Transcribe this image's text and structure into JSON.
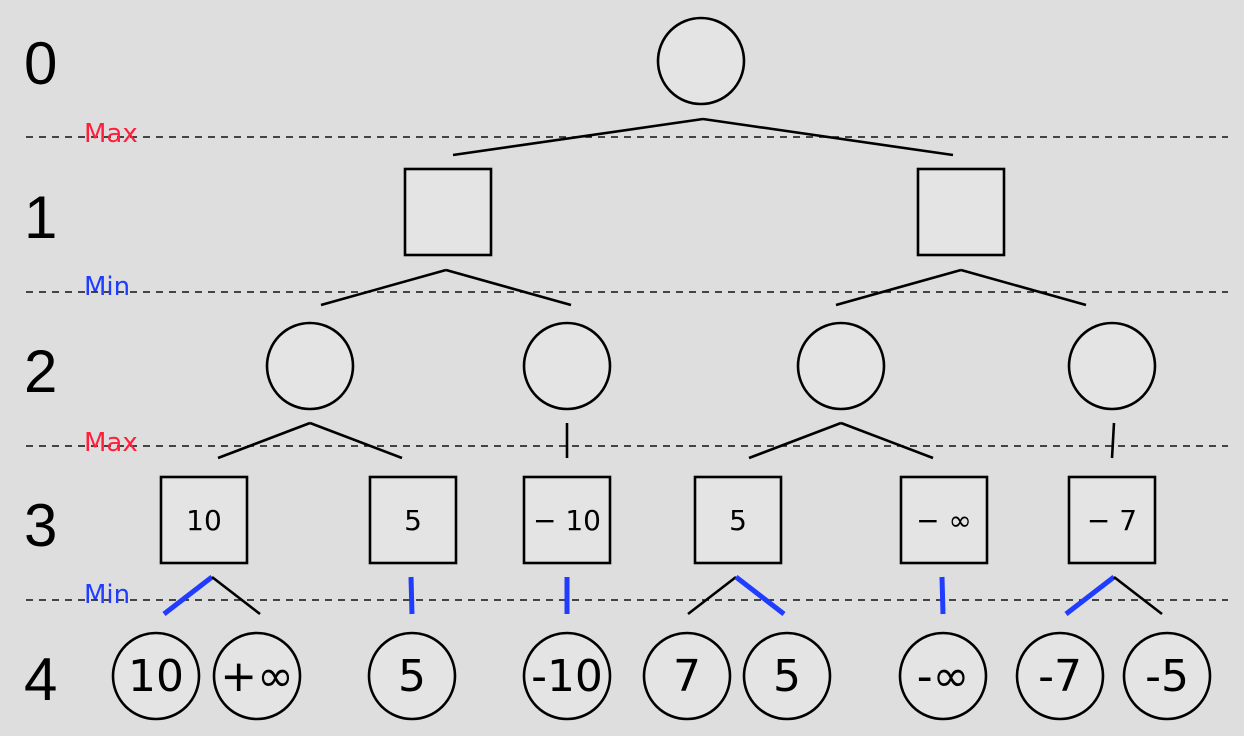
{
  "colors": {
    "background": "#dedede",
    "node_fill": "#e4e4e4",
    "stroke": "#000000",
    "max_label": "#ff1f3a",
    "min_label": "#1f3cff",
    "selected_edge": "#1f3cff"
  },
  "depth_labels": [
    "0",
    "1",
    "2",
    "3",
    "4"
  ],
  "layer_labels": [
    "Max",
    "Min",
    "Max",
    "Min"
  ],
  "nodes": [
    {
      "id": "n0",
      "shape": "circle",
      "value": ""
    },
    {
      "id": "n1a",
      "shape": "square",
      "value": ""
    },
    {
      "id": "n1b",
      "shape": "square",
      "value": ""
    },
    {
      "id": "n2a",
      "shape": "circle",
      "value": ""
    },
    {
      "id": "n2b",
      "shape": "circle",
      "value": ""
    },
    {
      "id": "n2c",
      "shape": "circle",
      "value": ""
    },
    {
      "id": "n2d",
      "shape": "circle",
      "value": ""
    },
    {
      "id": "n3a",
      "shape": "square",
      "value": "10"
    },
    {
      "id": "n3b",
      "shape": "square",
      "value": "5"
    },
    {
      "id": "n3c",
      "shape": "square",
      "value": "− 10"
    },
    {
      "id": "n3d",
      "shape": "square",
      "value": "5"
    },
    {
      "id": "n3e",
      "shape": "square",
      "value": "− ∞"
    },
    {
      "id": "n3f",
      "shape": "square",
      "value": "− 7"
    },
    {
      "id": "n4a",
      "shape": "circle",
      "value": "10"
    },
    {
      "id": "n4b",
      "shape": "circle",
      "value": "+∞"
    },
    {
      "id": "n4c",
      "shape": "circle",
      "value": "5"
    },
    {
      "id": "n4d",
      "shape": "circle",
      "value": "-10"
    },
    {
      "id": "n4e",
      "shape": "circle",
      "value": "7"
    },
    {
      "id": "n4f",
      "shape": "circle",
      "value": "5"
    },
    {
      "id": "n4g",
      "shape": "circle",
      "value": "-∞"
    },
    {
      "id": "n4h",
      "shape": "circle",
      "value": "-7"
    },
    {
      "id": "n4i",
      "shape": "circle",
      "value": "-5"
    }
  ],
  "edges": [
    {
      "from": "n0",
      "to": "n1a",
      "selected": false
    },
    {
      "from": "n0",
      "to": "n1b",
      "selected": false
    },
    {
      "from": "n1a",
      "to": "n2a",
      "selected": false
    },
    {
      "from": "n1a",
      "to": "n2b",
      "selected": false
    },
    {
      "from": "n1b",
      "to": "n2c",
      "selected": false
    },
    {
      "from": "n1b",
      "to": "n2d",
      "selected": false
    },
    {
      "from": "n2a",
      "to": "n3a",
      "selected": false
    },
    {
      "from": "n2a",
      "to": "n3b",
      "selected": false
    },
    {
      "from": "n2b",
      "to": "n3c",
      "selected": false
    },
    {
      "from": "n2c",
      "to": "n3d",
      "selected": false
    },
    {
      "from": "n2c",
      "to": "n3e",
      "selected": false
    },
    {
      "from": "n2d",
      "to": "n3f",
      "selected": false
    },
    {
      "from": "n3a",
      "to": "n4a",
      "selected": true
    },
    {
      "from": "n3a",
      "to": "n4b",
      "selected": false
    },
    {
      "from": "n3b",
      "to": "n4c",
      "selected": true
    },
    {
      "from": "n3c",
      "to": "n4d",
      "selected": true
    },
    {
      "from": "n3d",
      "to": "n4e",
      "selected": false
    },
    {
      "from": "n3d",
      "to": "n4f",
      "selected": true
    },
    {
      "from": "n3e",
      "to": "n4g",
      "selected": true
    },
    {
      "from": "n3f",
      "to": "n4h",
      "selected": true
    },
    {
      "from": "n3f",
      "to": "n4i",
      "selected": false
    }
  ]
}
